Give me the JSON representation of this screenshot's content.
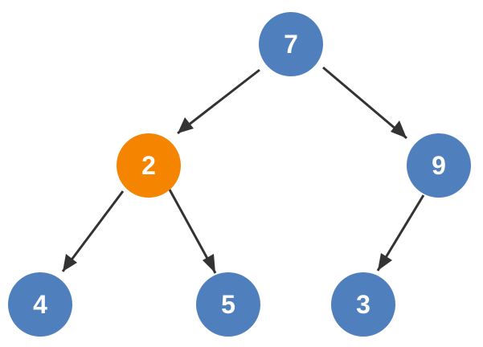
{
  "colors": {
    "node_default": "#4f7fbd",
    "node_highlight": "#f58400",
    "edge": "#333333"
  },
  "tree": {
    "nodes": [
      {
        "id": "n7",
        "label": "7",
        "highlighted": false
      },
      {
        "id": "n2",
        "label": "2",
        "highlighted": true
      },
      {
        "id": "n9",
        "label": "9",
        "highlighted": false
      },
      {
        "id": "n4",
        "label": "4",
        "highlighted": false
      },
      {
        "id": "n5",
        "label": "5",
        "highlighted": false
      },
      {
        "id": "n3",
        "label": "3",
        "highlighted": false
      }
    ],
    "edges": [
      {
        "from": "n7",
        "to": "n2"
      },
      {
        "from": "n7",
        "to": "n9"
      },
      {
        "from": "n2",
        "to": "n4"
      },
      {
        "from": "n2",
        "to": "n5"
      },
      {
        "from": "n9",
        "to": "n3"
      }
    ]
  }
}
